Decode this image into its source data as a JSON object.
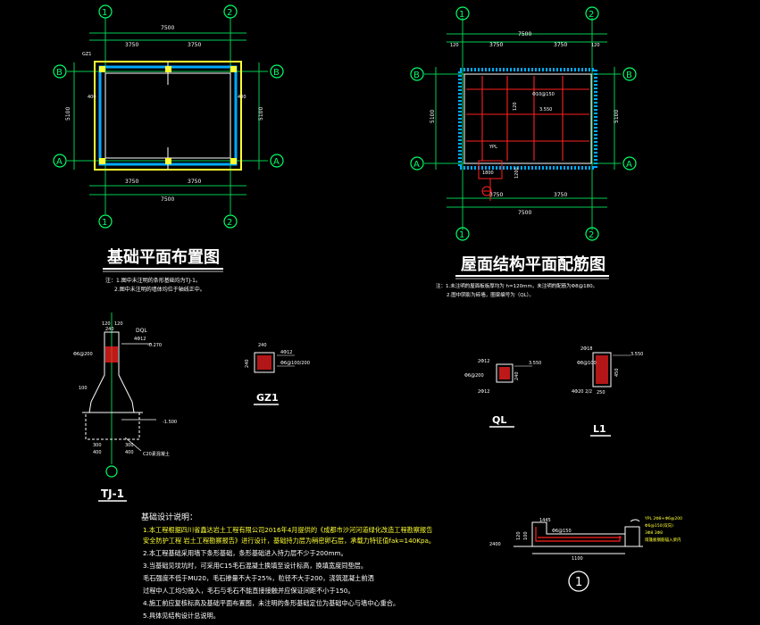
{
  "plans": {
    "foundation": {
      "title": "基础平面布置图",
      "notes": [
        "注：1.图中未注明的条形基础均为TJ-1。",
        "2.图中未注明的墙体均位于轴线正中。"
      ],
      "dims": {
        "total": "7500",
        "half": "3750",
        "depth": "5100",
        "g400": "400",
        "gz": "GZ1"
      }
    },
    "roof": {
      "title": "屋面结构平面配筋图",
      "notes": [
        "注：1.未注明的屋面板板厚均为 h=120mm，未注明的配筋为Φ8@180。",
        "2.图中阴影为砖墙，圈梁编号为（QL）。"
      ],
      "dims": {
        "total": "7500",
        "half": "3750",
        "depth": "5100",
        "d120": "120",
        "d1800": "1800",
        "d1200": "1200",
        "rebar": "Φ10@150",
        "elev": "3.550",
        "slab": "120",
        "ypl": "YPL"
      }
    }
  },
  "axes": {
    "one": "1",
    "two": "2",
    "a": "A",
    "b": "B"
  },
  "details": {
    "tj1": {
      "title": "TJ-1",
      "dql": "DQL",
      "rebar_top": "4Φ12",
      "stirrup": "Φ6@200",
      "elev_top": "-0.270",
      "elev_bot": "-1.500",
      "concrete": "C20素混凝土",
      "d120": "120",
      "d240": "240",
      "d400": "400",
      "d100": "100",
      "d300": "300"
    },
    "gz1": {
      "title": "GZ1",
      "d240": "240",
      "rebar": "4Φ12",
      "stirrup": "Φ6@100/200"
    },
    "ql": {
      "title": "QL",
      "top": "2Φ12",
      "stirrup": "Φ6@200",
      "bottom": "2Φ12",
      "d240": "240",
      "elev": "3.550"
    },
    "l1": {
      "title": "L1",
      "top": "2Φ18",
      "stirrup": "Φ8@100",
      "bottom": "4Φ20 2/2",
      "d250": "250",
      "d450": "450",
      "elev": "3.550"
    },
    "d1": {
      "label": "1",
      "d1445": "1445",
      "rebar": "Φ6@150",
      "d1100": "1100",
      "d2400": "2400",
      "d120": "120",
      "d100": "100",
      "notes": [
        "YPL 2Φ8+Φ6@200",
        "Φ6@150(双向)",
        "3Φ8 3Φ8",
        "雨篷板钢筋锚入梁内"
      ]
    }
  },
  "design_notes": {
    "title": "基础设计说明：",
    "lines": [
      "1.本工程根据四川省鑫达岩土工程有限公司2016年4月提供的《成都市沙河河道绿化改造工程勘察报告",
      "    安全防护工程 岩土工程勘察报告》进行设计，基础持力层为稍密卵石层，承载力特征值fak=140Kpa。",
      "2.本工程基础采用墙下条形基础，条形基础进入持力层不少于200mm。",
      "3.当基础见坟坑时，可采用C15毛石混凝土换填至设计标高，换填宽度同垫层。",
      "    毛石强度不低于MU20，毛石掺量不大于25%，粒径不大于200，浇筑混凝土前洒",
      "    过程中人工均匀投入，毛石与毛石不能直接接触并应保证间距不小于150。",
      "4.施工前应复核标高及基础平面布置图，未注明的条形基础定位为基础中心与墙中心重合。",
      "5.具体见结构设计总说明。"
    ]
  },
  "colors": {
    "bg": "#000000",
    "axis": "#00ff66",
    "wall": "#ffff33",
    "brick": "#00aaff",
    "rebar": "#ff2020",
    "text": "#ffffff"
  }
}
